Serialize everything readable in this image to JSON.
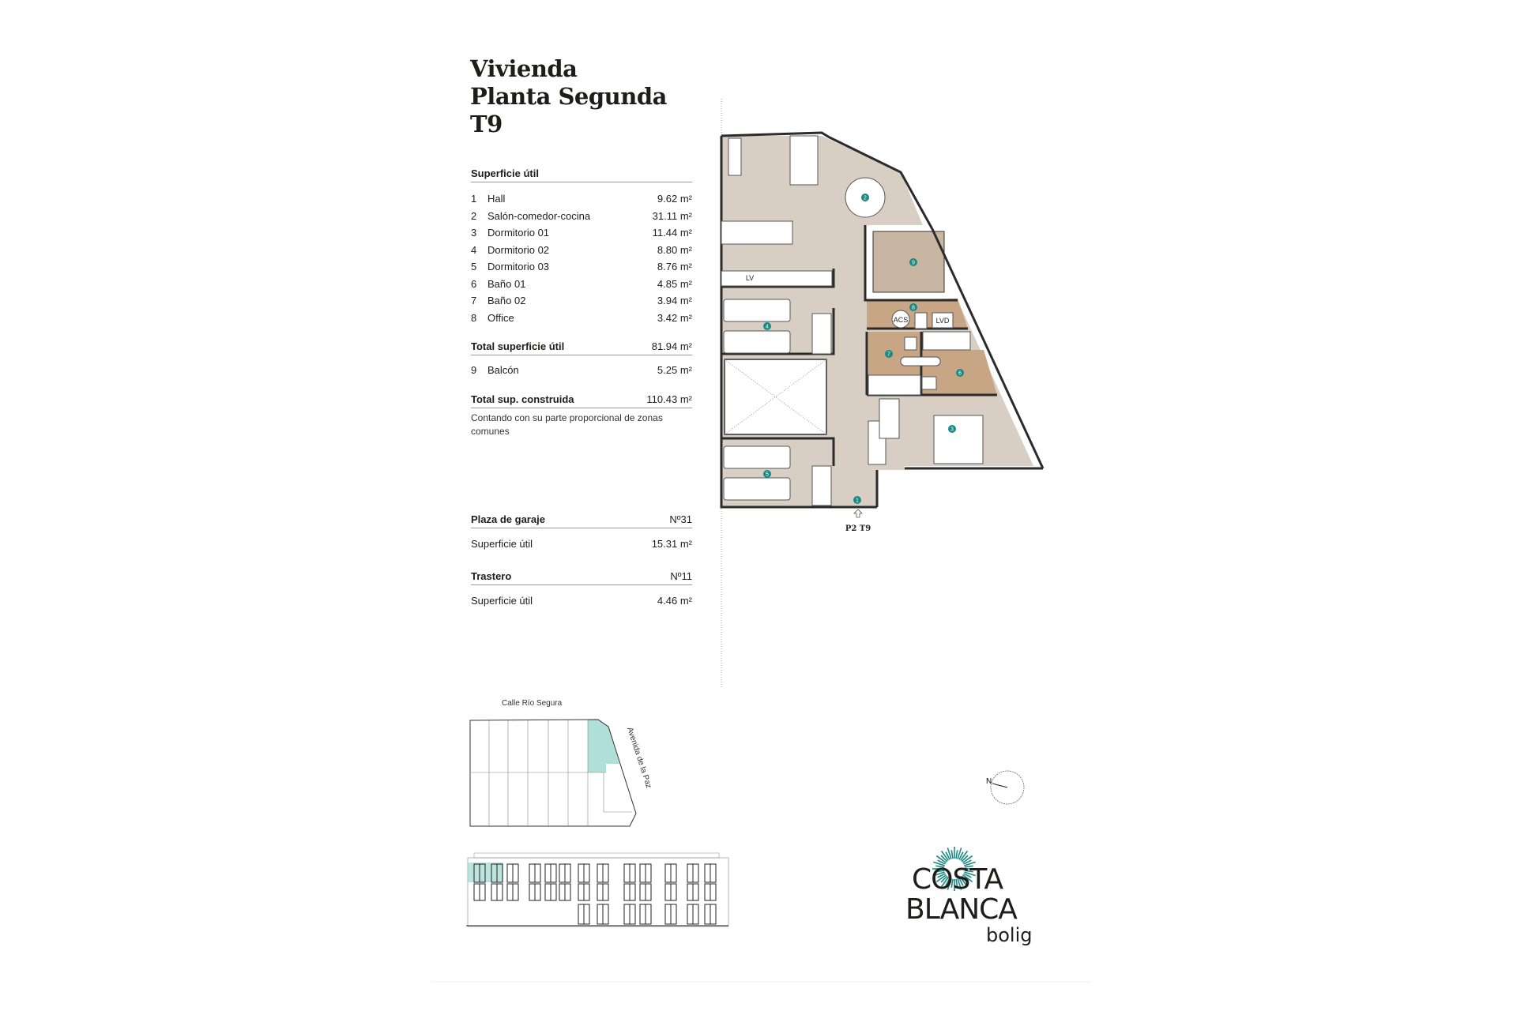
{
  "title": {
    "line1": "Vivienda",
    "line2": "Planta Segunda",
    "line3": "T9"
  },
  "superficie": {
    "heading": "Superficie útil",
    "rows": [
      {
        "n": "1",
        "label": "Hall",
        "value": "9.62 m²"
      },
      {
        "n": "2",
        "label": "Salón-comedor-cocina",
        "value": "31.11 m²"
      },
      {
        "n": "3",
        "label": "Dormitorio 01",
        "value": "11.44 m²"
      },
      {
        "n": "4",
        "label": "Dormitorio 02",
        "value": "8.80 m²"
      },
      {
        "n": "5",
        "label": "Dormitorio 03",
        "value": "8.76 m²"
      },
      {
        "n": "6",
        "label": "Baño 01",
        "value": "4.85 m²"
      },
      {
        "n": "7",
        "label": "Baño 02",
        "value": "3.94 m²"
      },
      {
        "n": "8",
        "label": "Office",
        "value": "3.42 m²"
      }
    ],
    "total_label": "Total superficie útil",
    "total_value": "81.94 m²",
    "balcon": {
      "n": "9",
      "label": "Balcón",
      "value": "5.25 m²"
    },
    "construida_label": "Total sup. construida",
    "construida_value": "110.43 m²",
    "note": "Contando con su parte proporcional de zonas comunes"
  },
  "garaje": {
    "label": "Plaza de garaje",
    "number": "Nº31",
    "sub_label": "Superficie útil",
    "sub_value": "15.31 m²"
  },
  "trastero": {
    "label": "Trastero",
    "number": "Nº11",
    "sub_label": "Superficie útil",
    "sub_value": "4.46 m²"
  },
  "plan": {
    "room_markers": [
      "1",
      "2",
      "3",
      "4",
      "5",
      "6",
      "7",
      "8",
      "9"
    ],
    "fixtures": {
      "lv": "LV",
      "acs": "ACS",
      "lvd": "LVD"
    },
    "entrance": "P2 T9"
  },
  "site": {
    "street_top": "Calle Río Segura",
    "street_side": "Avenida de la Paz"
  },
  "compass": {
    "north": "N"
  },
  "logo": {
    "line1": "COSTA",
    "line2": "BLANCA",
    "line3": "bolig"
  },
  "colors": {
    "accent": "#1b8a84",
    "floor": "#d8cec3",
    "wet": "#c7a585",
    "balcony": "#c9b6a2",
    "site_highlight": "#8fd0c8"
  }
}
